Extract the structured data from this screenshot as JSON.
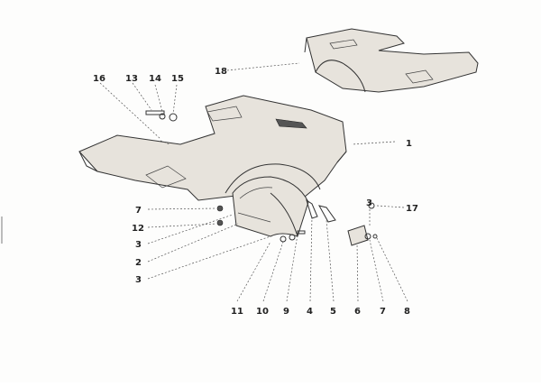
{
  "callouts": {
    "c1": "1",
    "c2": "2",
    "c3a": "3",
    "c3b": "3",
    "c3c": "3",
    "c4": "4",
    "c5": "5",
    "c6": "6",
    "c7a": "7",
    "c7b": "7",
    "c8": "8",
    "c9": "9",
    "c10": "10",
    "c11": "11",
    "c12": "12",
    "c13": "13",
    "c14": "14",
    "c15": "15",
    "c16": "16",
    "c17": "17",
    "c18": "18"
  },
  "colors": {
    "line": "#333333",
    "background": "#fdfdfc"
  }
}
